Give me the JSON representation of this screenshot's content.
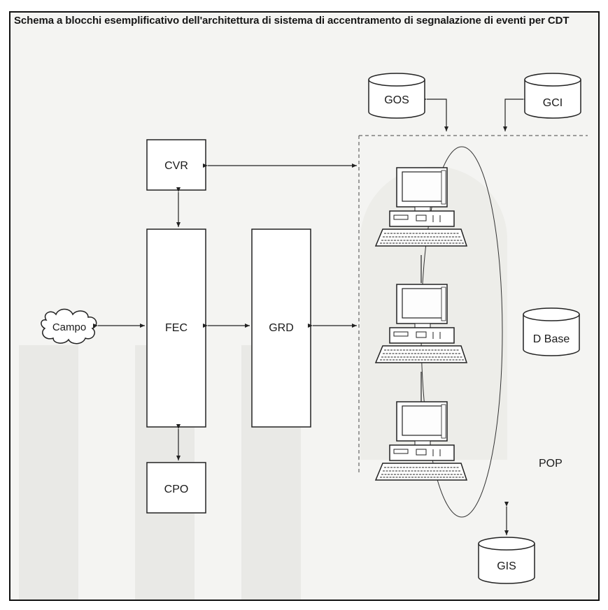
{
  "title": "Schema a blocchi esemplificativo dell'architettura di sistema di accentramento di segnalazione di eventi per CDT",
  "blocks": {
    "cvr": "CVR",
    "fec": "FEC",
    "grd": "GRD",
    "cpo": "CPO",
    "campo": "Campo"
  },
  "databases": {
    "gos": "GOS",
    "gci": "GCI",
    "dbase": "D Base",
    "gis": "GIS"
  },
  "pop_label": "POP",
  "colors": {
    "line": "#222222",
    "background": "#f4f4f2",
    "watermark": "#e9e9e6"
  }
}
